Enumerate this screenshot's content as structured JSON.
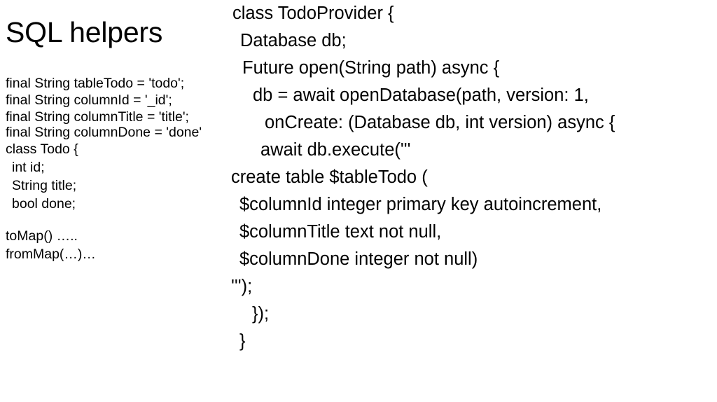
{
  "slide": {
    "title": "SQL helpers",
    "background_color": "#ffffff",
    "text_color": "#000000"
  },
  "left_column": {
    "lines": [
      {
        "text": "final String tableTodo = 'todo';",
        "style": "wrapped",
        "indent": 0
      },
      {
        "text": "final String columnId = '_id';",
        "style": "normal",
        "indent": 0
      },
      {
        "text": "final String columnTitle = 'title';",
        "style": "wrapped",
        "indent": 0
      },
      {
        "text": "final String columnDone = 'done'",
        "style": "wrapped",
        "indent": 0
      },
      {
        "text": "class Todo {",
        "style": "normal",
        "indent": 0
      },
      {
        "text": "int id;",
        "style": "normal",
        "indent": 1
      },
      {
        "text": "String title;",
        "style": "normal",
        "indent": 1
      },
      {
        "text": "bool done;",
        "style": "normal",
        "indent": 1
      },
      {
        "text": "",
        "style": "blank",
        "indent": 0
      },
      {
        "text": "toMap() …..",
        "style": "normal",
        "indent": 0
      },
      {
        "text": "fromMap(…)…",
        "style": "normal",
        "indent": 0
      }
    ]
  },
  "right_column": {
    "lines": [
      {
        "text": "class TodoProvider {",
        "indent": 0
      },
      {
        "text": "Database db;",
        "indent": 1
      },
      {
        "text": "",
        "indent": 0,
        "blank": true
      },
      {
        "text": "Future open(String path) async {",
        "indent": 2
      },
      {
        "text": "db = await openDatabase(path, version: 1,",
        "indent": 3
      },
      {
        "text": "onCreate: (Database db, int version) async {",
        "indent": 4
      },
      {
        "text": "await db.execute('''",
        "indent": 5
      },
      {
        "text": "create table $tableTodo (",
        "indent": 6
      },
      {
        "text": "$columnId integer primary key autoincrement,",
        "indent": 8
      },
      {
        "text": "$columnTitle text not null,",
        "indent": 8
      },
      {
        "text": "$columnDone integer not null)",
        "indent": 8
      },
      {
        "text": "''');",
        "indent": 6
      },
      {
        "text": "});",
        "indent": 7
      },
      {
        "text": "}",
        "indent": 8
      }
    ]
  }
}
